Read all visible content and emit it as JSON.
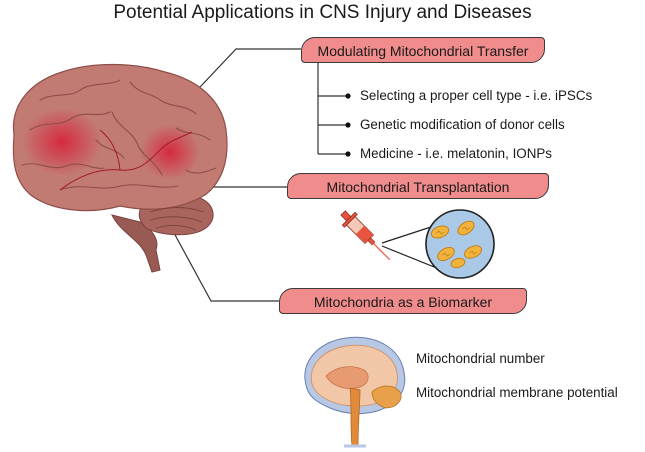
{
  "title": "Potential Applications in CNS Injury and Diseases",
  "boxes": {
    "modulating": "Modulating Mitochondrial Transfer",
    "transplantation": "Mitochondrial Transplantation",
    "biomarker": "Mitochondria as a Biomarker"
  },
  "modulating_items": [
    "Selecting a proper cell type - i.e. iPSCs",
    "Genetic modification of donor cells",
    "Medicine - i.e. melatonin, IONPs"
  ],
  "biomarker_items": [
    "Mitochondrial number",
    "Mitochondrial membrane potential"
  ],
  "colors": {
    "box_fill": "#f08c8c",
    "brain": "#c27b72",
    "lesion": "#d7263d",
    "vial_fill": "#a9c9e6",
    "mitochondria": "#f2b33d",
    "syringe": "#e8543f"
  },
  "icons": [
    "brain-illustration",
    "syringe-icon",
    "mitochondria-vial-icon",
    "brain-sagittal-icon"
  ]
}
